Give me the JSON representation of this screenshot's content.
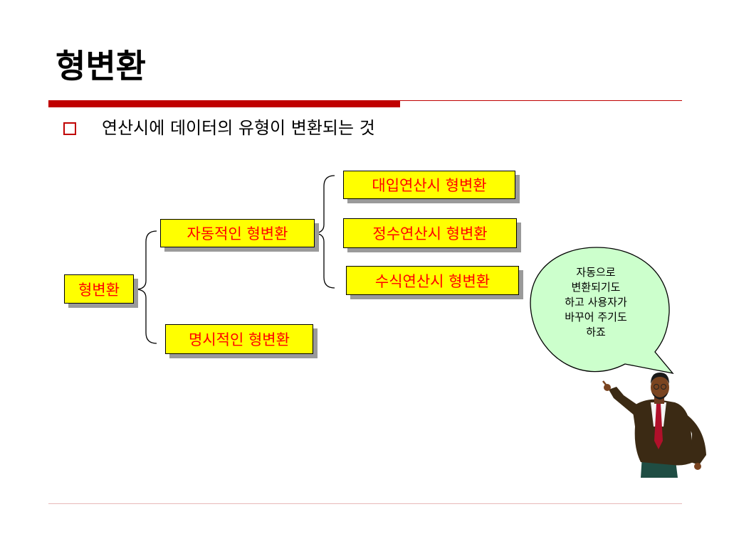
{
  "slide": {
    "title": "형변환",
    "bullet": "연산시에 데이터의 유형이 변환되는 것"
  },
  "diagram": {
    "root": "형변환",
    "implicit": "자동적인 형변환",
    "explicit": "명시적인 형변환",
    "implicit_children": [
      "대입연산시 형변환",
      "정수연산시 형변환",
      "수식연산시 형변환"
    ]
  },
  "callout": {
    "lines": [
      "자동으로",
      "변환되기도",
      "하고 사용자가",
      "바꾸어 주기도",
      "하죠"
    ]
  },
  "colors": {
    "accent": "#c00000",
    "node_fill": "#ffff00",
    "node_text": "#ff0000",
    "bubble_fill": "#ccffcc"
  },
  "icons": {
    "presenter": "presenter-man-icon",
    "bullet": "hollow-square-bullet-icon"
  }
}
